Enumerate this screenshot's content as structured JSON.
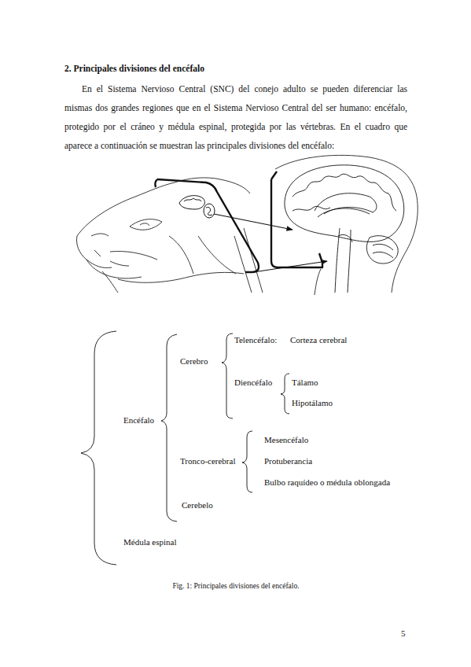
{
  "diagram": {
    "title": "2. Principales divisiones del encéfalo",
    "caption": "Fig. 1: Principales divisiones del encéfalo.",
    "labels": [
      "En el Sistema Nervioso Central (SNC) del conejo adulto se pueden diferenciar las mismas dos grandes regiones que en el Sistema Nervioso Central del ser humano: encéfalo, protegido por el cráneo y médula espinal, protegida por las vértebras. En el cuadro que aparece a continuación se muestran las principales divisiones del encéfalo:",
      "Telencéfalo:",
      "Corteza cerebral",
      "Cerebro",
      "Diencéfalo",
      "Tálamo",
      "Hipotálamo",
      "Encéfalo",
      "Mesencéfalo",
      "Tronco-cerebral",
      "Protuberancia",
      "Bulbo raquídeo o médula oblongada",
      "Cerebelo",
      "Médula espinal",
      "5"
    ]
  }
}
